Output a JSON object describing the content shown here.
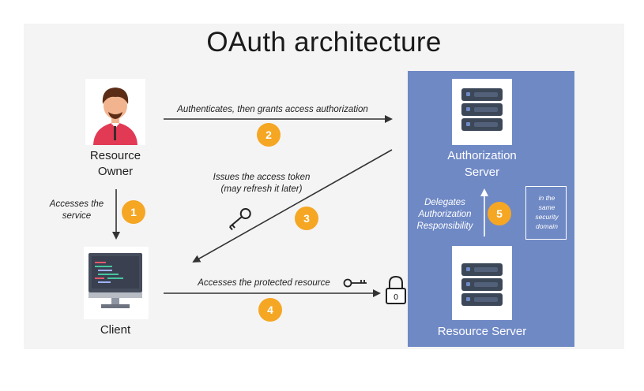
{
  "title": "OAuth architecture",
  "nodes": {
    "resource_owner": [
      "Resource",
      "Owner"
    ],
    "client": "Client",
    "authorization_server": [
      "Authorization",
      "Server"
    ],
    "resource_server": "Resource Server"
  },
  "steps": [
    {
      "number": "1",
      "lines": [
        "Accesses the",
        "service"
      ]
    },
    {
      "number": "2",
      "lines": [
        "Authenticates, then grants access authorization"
      ]
    },
    {
      "number": "3",
      "lines": [
        "Issues the access token",
        "(may refresh it later)"
      ]
    },
    {
      "number": "4",
      "lines": [
        "Accesses the protected resource"
      ]
    },
    {
      "number": "5",
      "lines": [
        "Delegates",
        "Authorization",
        "Responsibility"
      ]
    }
  ],
  "domain_note": [
    "in the",
    "same",
    "security",
    "domain"
  ],
  "colors": {
    "panel": "#f4f4f4",
    "server_panel": "#6f89c5",
    "badge": "#f5a623",
    "server_icon": "#3c4758",
    "arrow": "#333333"
  }
}
